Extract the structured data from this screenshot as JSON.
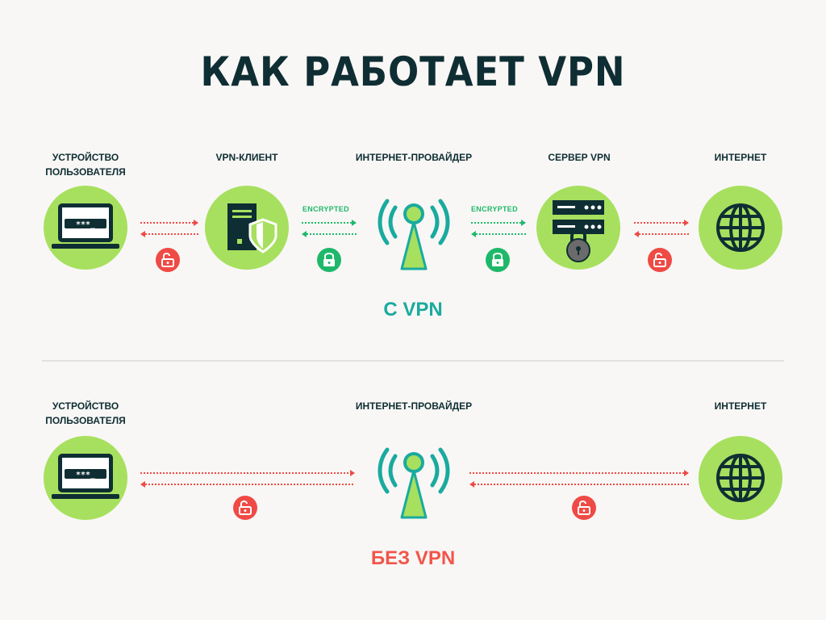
{
  "title": "КАК РАБОТАЕТ VPN",
  "with_vpn": {
    "label": "С VPN",
    "nodes": {
      "device": "УСТРОЙСТВО ПОЛЬЗОВАТЕЛЯ",
      "client": "VPN-КЛИЕНТ",
      "isp": "ИНТЕРНЕТ-ПРОВАЙДЕР",
      "server": "СЕРВЕР VPN",
      "internet": "ИНТЕРНЕТ"
    },
    "encrypted_1": "ENCRYPTED",
    "encrypted_2": "ENCRYPTED"
  },
  "without_vpn": {
    "label": "БЕЗ VPN",
    "nodes": {
      "device": "УСТРОЙСТВО ПОЛЬЗОВАТЕЛЯ",
      "isp": "ИНТЕРНЕТ-ПРОВАЙДЕР",
      "internet": "ИНТЕРНЕТ"
    }
  },
  "screen_text": "***_",
  "colors": {
    "accent_green": "#a7e05e",
    "secure_green": "#1fb86b",
    "insecure_red": "#ef4a45",
    "dark": "#0f2e33",
    "with_label": "#1aaa9f",
    "without_label": "#f2554a"
  },
  "icons": {
    "device": "laptop-icon",
    "client": "shield-server-icon",
    "isp": "antenna-icon",
    "server": "server-lock-icon",
    "internet": "globe-icon",
    "unlocked": "open-lock-icon",
    "locked": "closed-lock-icon"
  }
}
